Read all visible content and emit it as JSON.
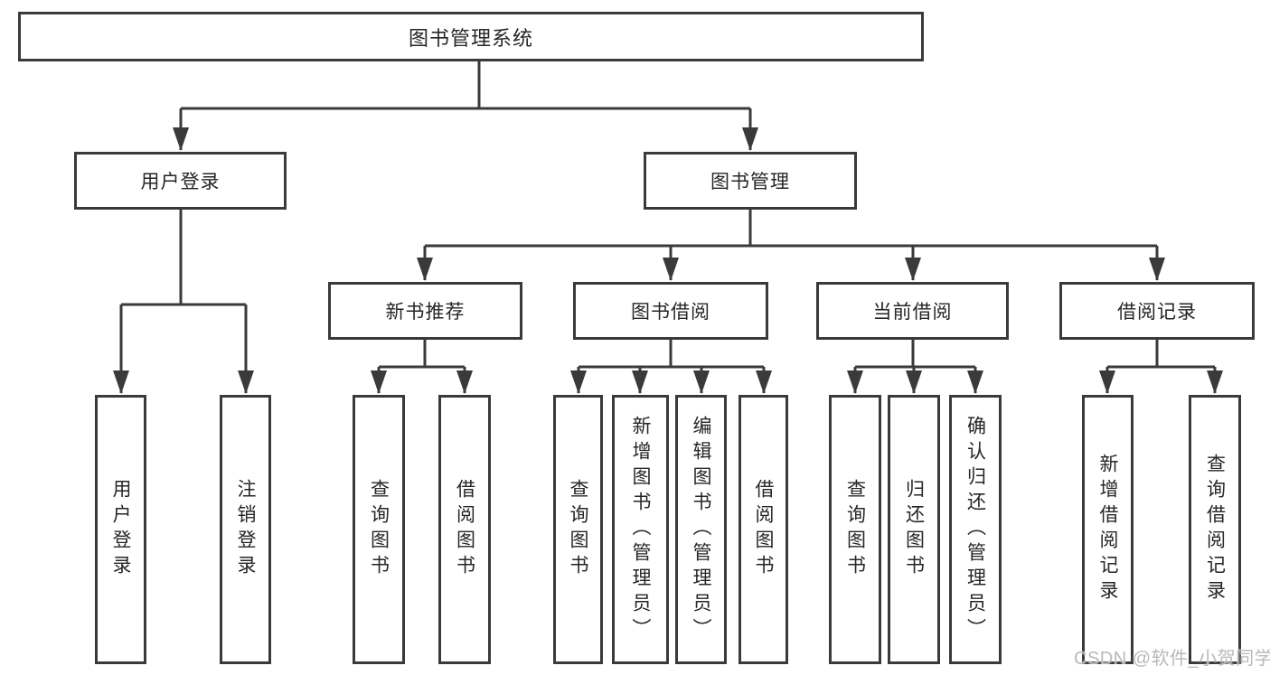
{
  "tree": {
    "label": "图书管理系统",
    "children": [
      {
        "label": "用户登录",
        "children": [
          {
            "label": "用户登录"
          },
          {
            "label": "注销登录"
          }
        ]
      },
      {
        "label": "图书管理",
        "children": [
          {
            "label": "新书推荐",
            "children": [
              {
                "label": "查询图书"
              },
              {
                "label": "借阅图书"
              }
            ]
          },
          {
            "label": "图书借阅",
            "children": [
              {
                "label": "查询图书"
              },
              {
                "label": "新增图书（管理员）"
              },
              {
                "label": "编辑图书（管理员）"
              },
              {
                "label": "借阅图书"
              }
            ]
          },
          {
            "label": "当前借阅",
            "children": [
              {
                "label": "查询图书"
              },
              {
                "label": "归还图书"
              },
              {
                "label": "确认归还（管理员）"
              }
            ]
          },
          {
            "label": "借阅记录",
            "children": [
              {
                "label": "新增借阅记录"
              },
              {
                "label": "查询借阅记录"
              }
            ]
          }
        ]
      }
    ]
  },
  "watermark": {
    "text": "CSDN @软件_小贺同学"
  },
  "colors": {
    "line": "#3a3a3a",
    "text": "#262626",
    "watermark": "#b9b9b9",
    "bg": "#ffffff"
  }
}
